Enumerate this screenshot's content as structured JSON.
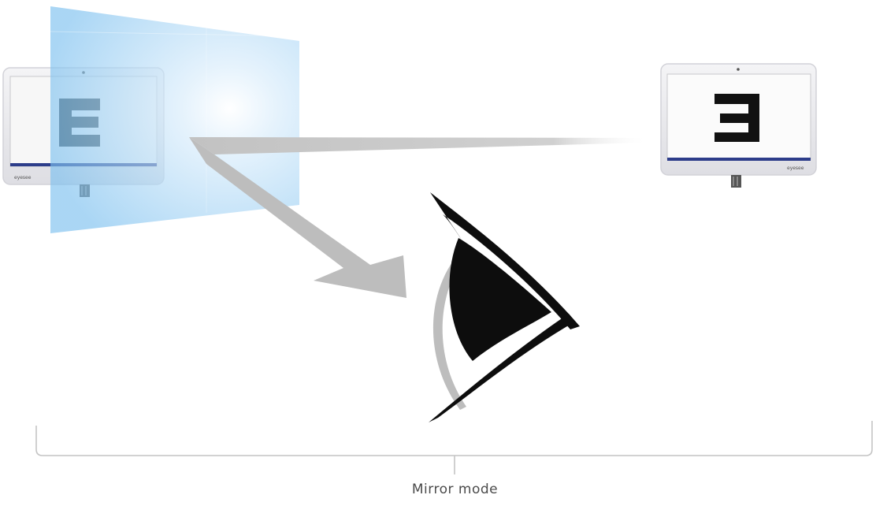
{
  "caption": "Mirror mode",
  "chart_letters": {
    "mirror_monitor": "E",
    "display_monitor": "Ǝ"
  },
  "colors": {
    "mirror_glass": "#7cc0ef",
    "arrow": "#bfbfbf",
    "bracket": "#c4c4c4",
    "eye": "#0d0d0d",
    "letter_mirror": "#39474f",
    "letter_display": "#111111",
    "caption_text": "#4a4a4a"
  }
}
